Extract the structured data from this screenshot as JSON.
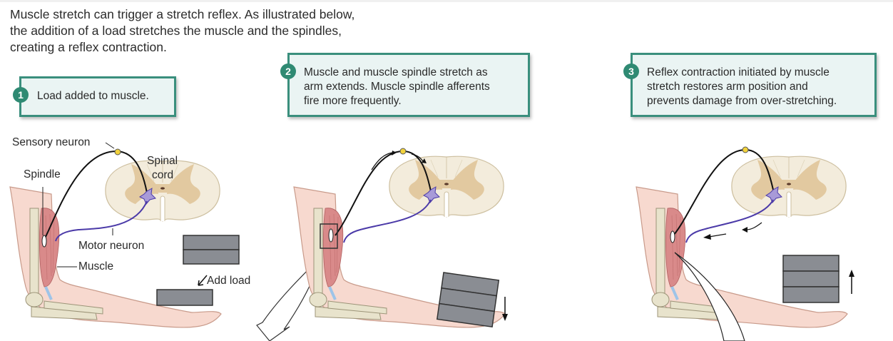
{
  "intro": {
    "lines": [
      "Muscle stretch can trigger a stretch reflex. As illustrated below,",
      "the addition of a load stretches the muscle and the spindles,",
      "creating a reflex contraction."
    ]
  },
  "steps": [
    {
      "number": "1",
      "lines": [
        "Load added to muscle."
      ]
    },
    {
      "number": "2",
      "lines": [
        "Muscle and muscle spindle stretch as",
        "arm extends. Muscle spindle afferents",
        "fire more frequently."
      ]
    },
    {
      "number": "3",
      "lines": [
        "Reflex contraction initiated by muscle",
        "stretch restores arm position and",
        "prevents damage from over-stretching."
      ]
    }
  ],
  "labels": {
    "sensory_neuron": "Sensory neuron",
    "spindle": "Spindle",
    "spinal_cord_1": "Spinal",
    "spinal_cord_2": "cord",
    "motor_neuron": "Motor neuron",
    "muscle": "Muscle",
    "add_load": "Add load"
  },
  "colors": {
    "box_border": "#3a8f7d",
    "box_fill": "#eaf4f3",
    "badge": "#2f8a73",
    "motor_neuron": "#4b3aa8",
    "muscle": "#d98a8a",
    "spinal_cord": "#f3ecdc",
    "gray_matter": "#e2c9a0",
    "weight": "#8a8d93"
  }
}
